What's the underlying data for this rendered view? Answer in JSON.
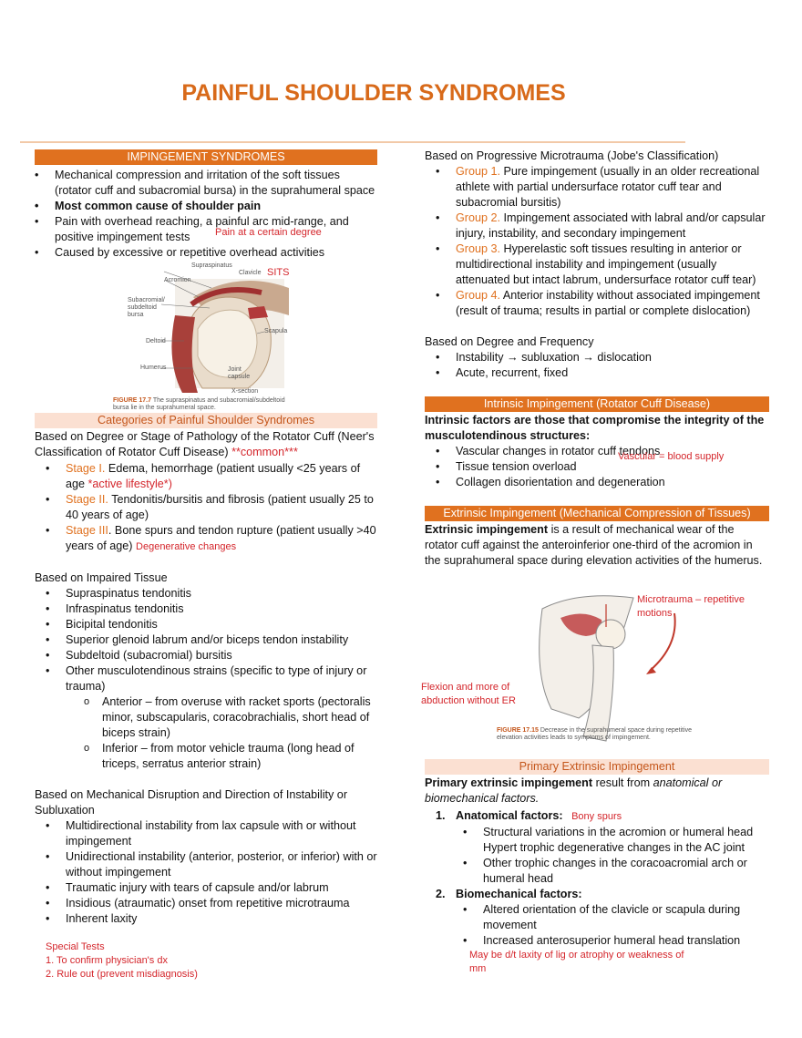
{
  "title": "PAINFUL SHOULDER SYNDROMES",
  "left": {
    "impingement_header": "IMPINGEMENT SYNDROMES",
    "impingement_bullets": [
      "Mechanical compression and irritation of the soft tissues (rotator cuff and subacromial bursa) in the suprahumeral space",
      "Most common cause of shoulder pain",
      "Pain with overhead reaching, a painful arc mid-range, and positive impingement tests",
      "Caused by excessive or repetitive overhead activities"
    ],
    "note_pain_arc": "Pain at a certain degree",
    "figure1": {
      "labels": [
        "Supraspinatus",
        "Clavicle",
        "Acromion",
        "Subacromial/ subdeltoid bursa",
        "Deltoid",
        "Humerus",
        "Scapula",
        "Joint capsule",
        "X-section"
      ],
      "caption_fig": "FIGURE 17.7",
      "caption_text": "The supraspinatus and subacromial/subdeltoid bursa lie in the suprahumeral space.",
      "note": "SITS"
    },
    "categories_header": "Categories of Painful Shoulder Syndromes",
    "neer_heading": "Based on Degree or Stage of Pathology of the Rotator Cuff (Neer's Classification of Rotator Cuff Disease)",
    "neer_common": "**common***",
    "stages": [
      {
        "label": "Stage I.",
        "text": "Edema, hemorrhage (patient usually <25 years of age",
        "note": "*active lifestyle*)"
      },
      {
        "label": "Stage II.",
        "text": "Tendonitis/bursitis and fibrosis (patient usually 25 to 40 years of age)",
        "note": ""
      },
      {
        "label": "Stage III",
        "text": ". Bone spurs and tendon rupture (patient usually >40 years of age)",
        "note": "Degenerative changes"
      }
    ],
    "tissue_heading": "Based on Impaired Tissue",
    "tissue_items": [
      "Supraspinatus tendonitis",
      "Infraspinatus tendonitis",
      "Bicipital tendonitis",
      "Superior glenoid labrum and/or biceps tendon instability",
      "Subdeltoid (subacromial) bursitis",
      "Other musculotendinous strains (specific to type of injury or trauma)"
    ],
    "tissue_sub": [
      "Anterior – from overuse with racket sports (pectoralis minor, subscapularis, coracobrachialis, short head of biceps strain)",
      "Inferior – from motor vehicle trauma (long head of triceps, serratus anterior strain)"
    ],
    "mech_heading": "Based on Mechanical Disruption and Direction of Instability or Subluxation",
    "mech_items": [
      "Multidirectional instability from lax capsule with or without impingement",
      "Unidirectional instability (anterior, posterior, or inferior) with or without impingement",
      "Traumatic injury with tears of capsule and/or labrum",
      "Insidious (atraumatic) onset from repetitive microtrauma",
      "Inherent laxity"
    ],
    "special_tests": {
      "title": "Special Tests",
      "items": [
        "1. To confirm physician's dx",
        "2. Rule out (prevent misdiagnosis)"
      ]
    }
  },
  "right": {
    "jobe_heading": "Based on Progressive Microtrauma (Jobe's Classification)",
    "groups": [
      {
        "label": "Group 1.",
        "text": "Pure impingement (usually in an older recreational athlete with partial undersurface rotator cuff tear and subacromial bursitis)"
      },
      {
        "label": "Group 2.",
        "text": "Impingement associated with labral and/or capsular injury, instability, and secondary impingement"
      },
      {
        "label": "Group 3.",
        "text": "Hyperelastic soft tissues resulting in anterior or multidirectional instability and impingement (usually attenuated but intact labrum, undersurface rotator cuff tear)"
      },
      {
        "label": "Group 4.",
        "text": "Anterior instability without associated impingement (result of trauma; results in partial or complete dislocation)"
      }
    ],
    "freq_heading": "Based on Degree and Frequency",
    "freq_items": [
      "Instability → subluxation → dislocation",
      "Acute, recurrent, fixed"
    ],
    "intrinsic_header": "Intrinsic Impingement (Rotator Cuff Disease)",
    "intrinsic_intro": "Intrinsic factors are those that compromise the integrity of the musculotendinous structures:",
    "intrinsic_note": "Vascular = blood supply",
    "intrinsic_items": [
      "Vascular changes in rotator cuff tendons",
      "Tissue tension overload",
      "Collagen disorientation and degeneration"
    ],
    "extrinsic_header": "Extrinsic Impingement (Mechanical Compression of Tissues)",
    "extrinsic_bold": "Extrinsic impingement",
    "extrinsic_text": " is a result of mechanical wear of the rotator cuff against the anteroinferior one-third of the acromion in the suprahumeral space during elevation activities of the humerus.",
    "figure2": {
      "note_top": "Microtrauma – repetitive motions",
      "note_left": "Flexion and more of abduction without ER",
      "caption_fig": "FIGURE 17.15",
      "caption_text": "Decrease in the suprahumeral space during repetitive elevation activities leads to symptoms of impingement."
    },
    "primary_header": "Primary Extrinsic Impingement",
    "primary_bold": "Primary extrinsic impingement",
    "primary_text": " result from ",
    "primary_italic": "anatomical or biomechanical factors.",
    "anat_label": "1.",
    "anat_heading": "Anatomical factors:",
    "anat_note": "Bony spurs",
    "anat_items": [
      "Structural variations in the acromion or humeral head Hypert trophic degenerative changes in the AC joint",
      "Other trophic changes in the coracoacromial arch or humeral head"
    ],
    "biomech_label": "2.",
    "biomech_heading": "Biomechanical factors:",
    "biomech_items": [
      "Altered orientation of the clavicle or scapula during movement",
      "Increased anterosuperior humeral head translation"
    ],
    "biomech_note": "May be d/t laxity of lig or atrophy or weakness of mm"
  },
  "colors": {
    "accent": "#e0711f",
    "accent_light": "#fbe0d2",
    "annotation_red": "#d4252b"
  }
}
